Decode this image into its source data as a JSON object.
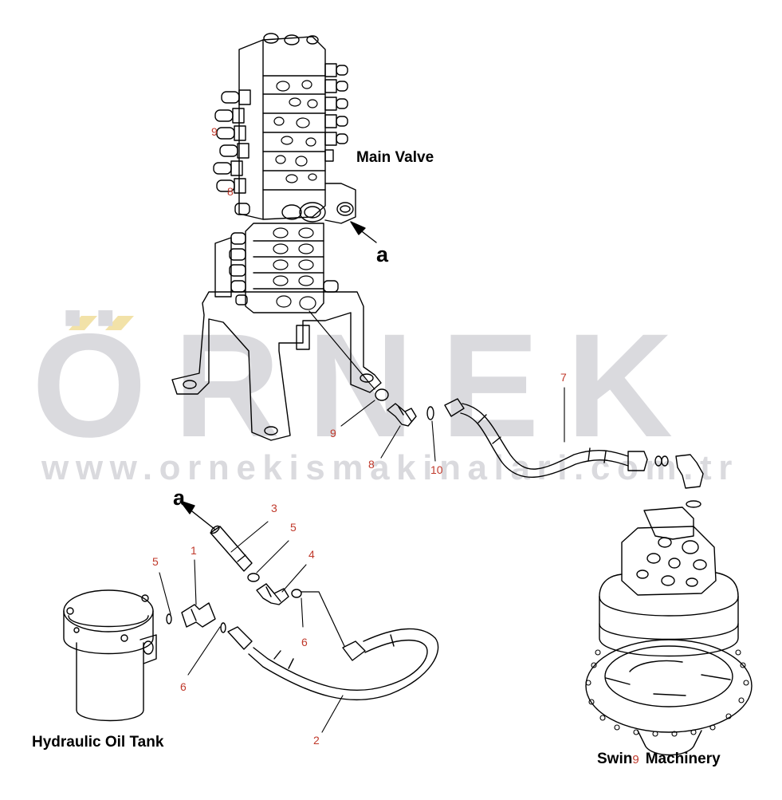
{
  "watermark": {
    "brand": "ÖRNEK",
    "website": "www.ornekismakinalari.com.tr"
  },
  "labels": {
    "main_valve": "Main Valve",
    "hydraulic_oil_tank": "Hydraulic Oil Tank",
    "swing_machinery_left": "Swin",
    "swing_machinery_mark": "9",
    "swing_machinery_right": "Machinery"
  },
  "view_arrows": {
    "at_valve": "a",
    "at_pipe": "a"
  },
  "part_numbers": {
    "p9_valve_upper": "9",
    "p8_valve_upper": "8",
    "p9_oring": "9",
    "p8_elbow": "8",
    "p10_oring": "10",
    "p7_hose": "7",
    "p3_pipe": "3",
    "p5_oring_upper": "5",
    "p4_elbow": "4",
    "p5_oring_left": "5",
    "p1_elbow": "1",
    "p6_oring_right": "6",
    "p6_oring_left": "6",
    "p2_hose": "2"
  },
  "colors": {
    "part_number": "#c0392b",
    "linework": "#000000",
    "watermark_text": "#dadade",
    "watermark_accent": "#f2e2a8"
  }
}
